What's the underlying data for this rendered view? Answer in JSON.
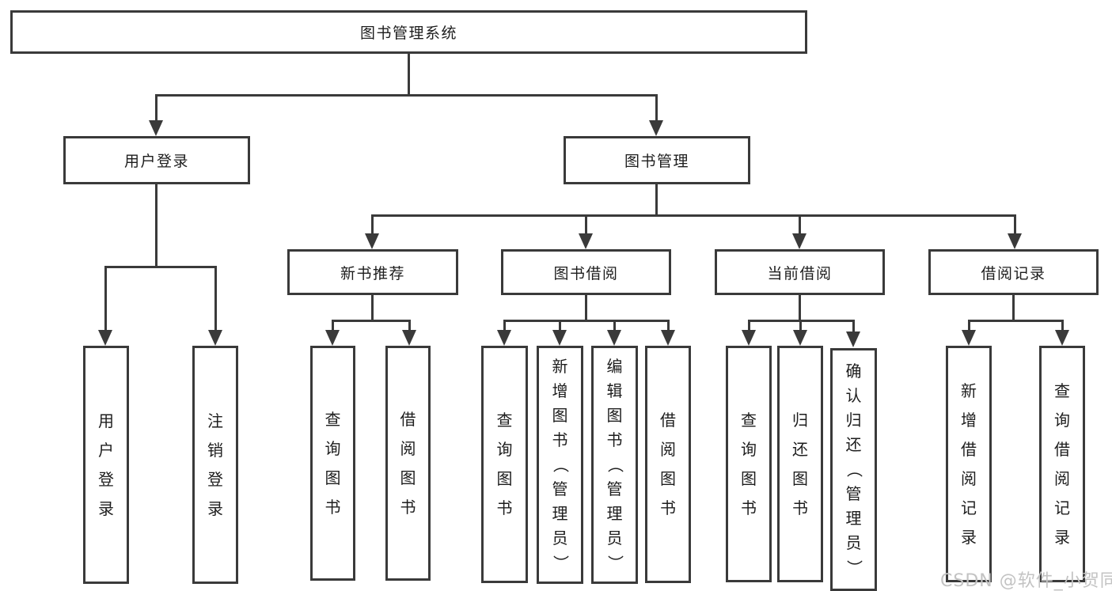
{
  "colors": {
    "line": "#3a3a3a",
    "text": "#1d1d1d",
    "watermark": "#c3c3c3",
    "bg": "#ffffff"
  },
  "watermark": {
    "text": "CSDN @软件_小贺同学"
  },
  "nodes": {
    "root": {
      "label": "图书管理系统"
    },
    "level2": [
      {
        "label": "用户登录"
      },
      {
        "label": "图书管理"
      }
    ],
    "level3": [
      {
        "label": "新书推荐"
      },
      {
        "label": "图书借阅"
      },
      {
        "label": "当前借阅"
      },
      {
        "label": "借阅记录"
      }
    ],
    "login_children": [
      {
        "label": "用户登录"
      },
      {
        "label": "注销登录"
      }
    ],
    "newbook_children": [
      {
        "label": "查询图书"
      },
      {
        "label": "借阅图书"
      }
    ],
    "borrow_children": [
      {
        "label": "查询图书"
      },
      {
        "label": "新增图书（管理员）"
      },
      {
        "label": "编辑图书（管理员）"
      },
      {
        "label": "借阅图书"
      }
    ],
    "current_children": [
      {
        "label": "查询图书"
      },
      {
        "label": "归还图书"
      },
      {
        "label": "确认归还（管理员）"
      }
    ],
    "record_children": [
      {
        "label": "新增借阅记录"
      },
      {
        "label": "查询借阅记录"
      }
    ]
  }
}
